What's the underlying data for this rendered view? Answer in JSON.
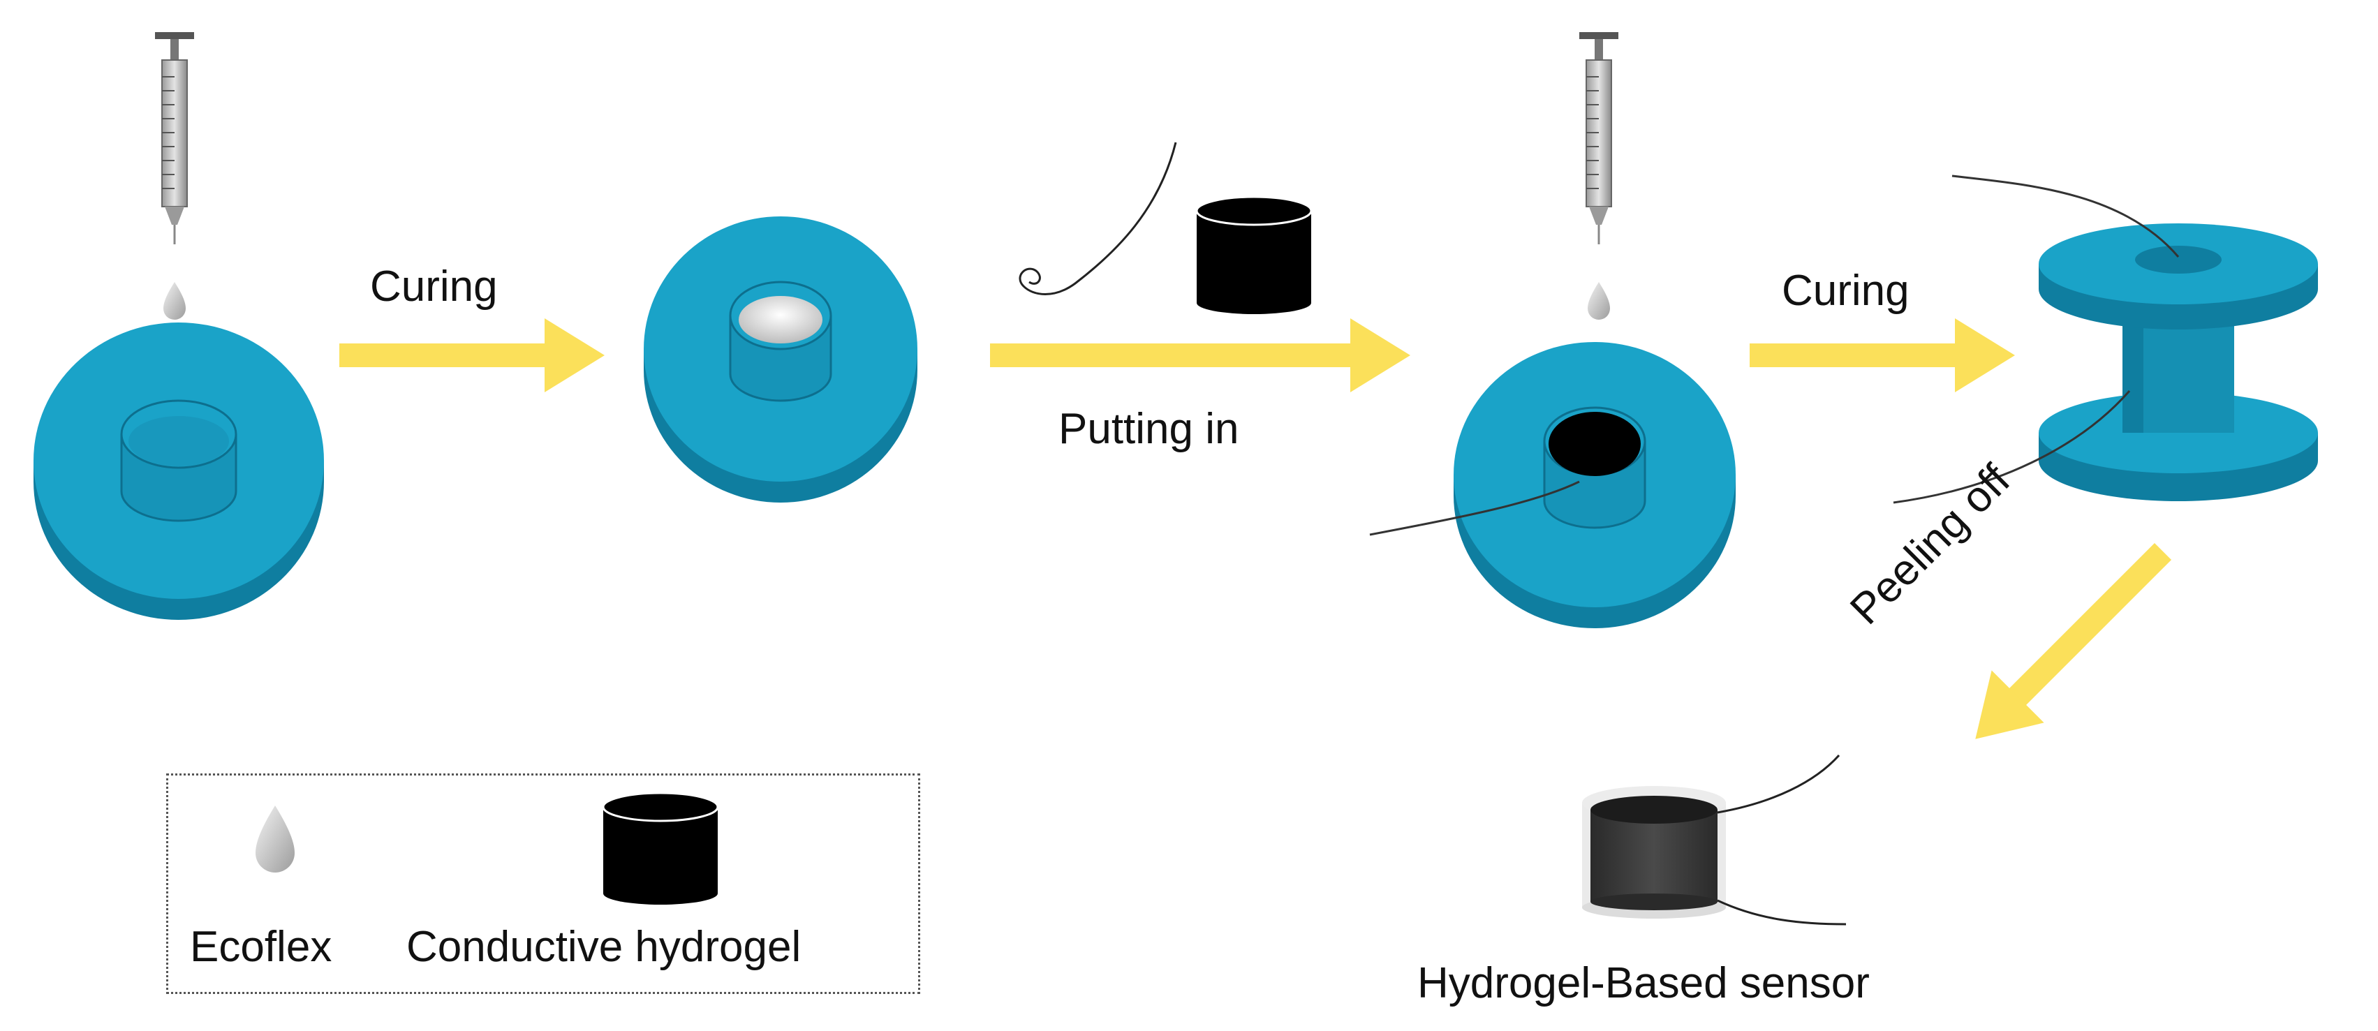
{
  "steps": {
    "curing_1": "Curing",
    "putting_in": "Putting in",
    "curing_2": "Curing",
    "peeling_off": "Peeling off"
  },
  "legend": {
    "ecoflex": "Ecoflex",
    "conductive_hydrogel": "Conductive hydrogel"
  },
  "result": {
    "sensor_label": "Hydrogel-Based sensor"
  },
  "colors": {
    "mold_top": "#1aa3c8",
    "mold_side": "#0f7ea0",
    "arrow": "#fbe05a",
    "hydrogel": "#000000",
    "ecoflex_drop": "#c8c8c8"
  }
}
